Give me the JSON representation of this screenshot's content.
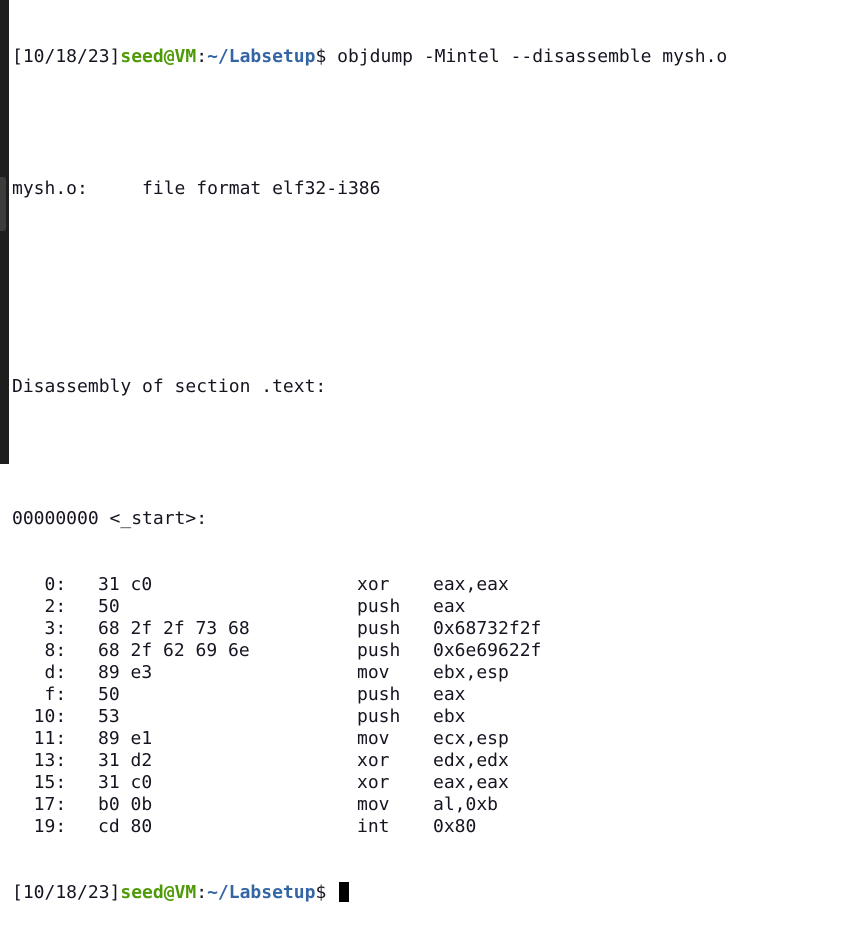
{
  "prompt": {
    "date": "[10/18/23]",
    "user_host": "seed@VM",
    "sep": ":",
    "path": "~/Labsetup",
    "symbol": "$ "
  },
  "command": "objdump -Mintel --disassemble mysh.o",
  "file_format_line": "mysh.o:     file format elf32-i386",
  "section_line": "Disassembly of section .text:",
  "symbol_line": "00000000 <_start>:",
  "instructions": [
    {
      "addr": "   0:",
      "bytes": "31 c0",
      "mnemonic": "xor",
      "operands": "eax,eax"
    },
    {
      "addr": "   2:",
      "bytes": "50",
      "mnemonic": "push",
      "operands": "eax"
    },
    {
      "addr": "   3:",
      "bytes": "68 2f 2f 73 68",
      "mnemonic": "push",
      "operands": "0x68732f2f"
    },
    {
      "addr": "   8:",
      "bytes": "68 2f 62 69 6e",
      "mnemonic": "push",
      "operands": "0x6e69622f"
    },
    {
      "addr": "   d:",
      "bytes": "89 e3",
      "mnemonic": "mov",
      "operands": "ebx,esp"
    },
    {
      "addr": "   f:",
      "bytes": "50",
      "mnemonic": "push",
      "operands": "eax"
    },
    {
      "addr": "  10:",
      "bytes": "53",
      "mnemonic": "push",
      "operands": "ebx"
    },
    {
      "addr": "  11:",
      "bytes": "89 e1",
      "mnemonic": "mov",
      "operands": "ecx,esp"
    },
    {
      "addr": "  13:",
      "bytes": "31 d2",
      "mnemonic": "xor",
      "operands": "edx,edx"
    },
    {
      "addr": "  15:",
      "bytes": "31 c0",
      "mnemonic": "xor",
      "operands": "eax,eax"
    },
    {
      "addr": "  17:",
      "bytes": "b0 0b",
      "mnemonic": "mov",
      "operands": "al,0xb"
    },
    {
      "addr": "  19:",
      "bytes": "cd 80",
      "mnemonic": "int",
      "operands": "0x80"
    }
  ],
  "colors": {
    "user_host": "#4e9a06",
    "path": "#3465a4",
    "background": "#ffffff"
  }
}
